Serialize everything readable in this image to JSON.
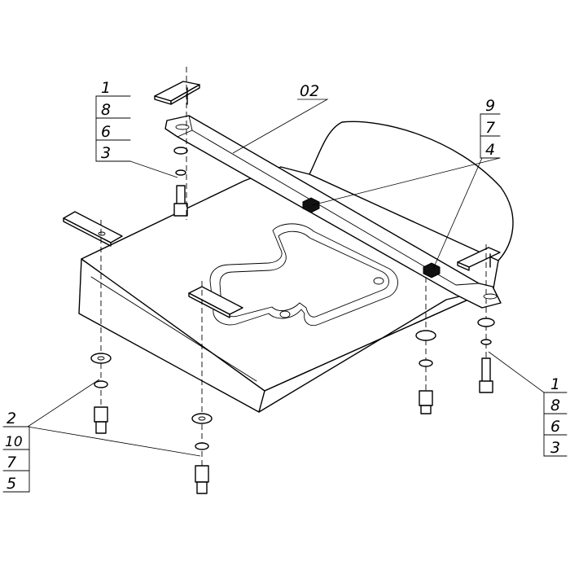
{
  "drawing": {
    "label_part_02": "02",
    "callout_top_left": [
      "1",
      "8",
      "6",
      "3"
    ],
    "callout_top_right": [
      "9",
      "7",
      "4"
    ],
    "callout_bottom_left": [
      "2",
      "10",
      "7",
      "5"
    ],
    "callout_bottom_right": [
      "1",
      "8",
      "6",
      "3"
    ]
  }
}
